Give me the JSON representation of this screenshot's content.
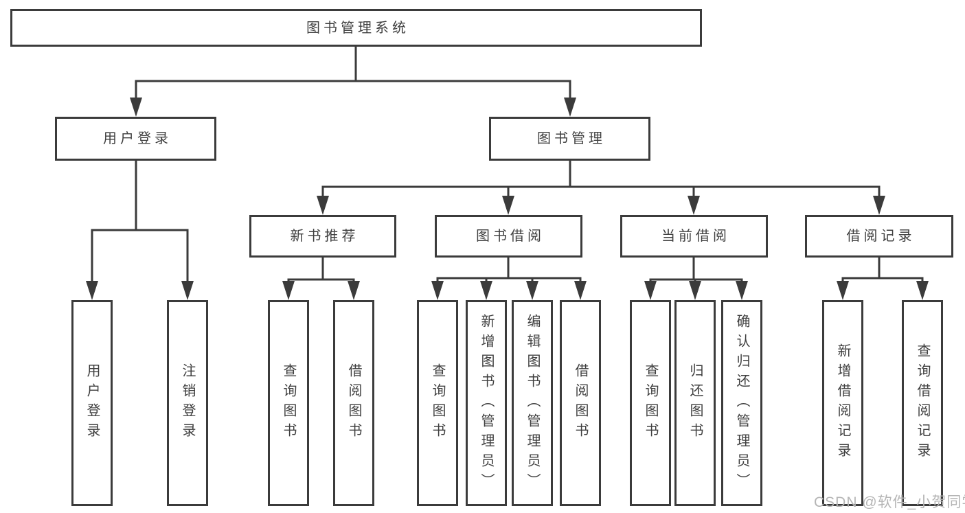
{
  "tree": {
    "root": {
      "label": "图书管理系统",
      "children": [
        {
          "label": "用户登录",
          "children": [
            {
              "label": "用户登录"
            },
            {
              "label": "注销登录"
            }
          ]
        },
        {
          "label": "图书管理",
          "children": [
            {
              "label": "新书推荐",
              "children": [
                {
                  "label": "查询图书"
                },
                {
                  "label": "借阅图书"
                }
              ]
            },
            {
              "label": "图书借阅",
              "children": [
                {
                  "label": "查询图书"
                },
                {
                  "label": "新增图书（管理员）"
                },
                {
                  "label": "编辑图书（管理员）"
                },
                {
                  "label": "借阅图书"
                }
              ]
            },
            {
              "label": "当前借阅",
              "children": [
                {
                  "label": "查询图书"
                },
                {
                  "label": "归还图书"
                },
                {
                  "label": "确认归还（管理员）"
                }
              ]
            },
            {
              "label": "借阅记录",
              "children": [
                {
                  "label": "新增借阅记录"
                },
                {
                  "label": "查询借阅记录"
                }
              ]
            }
          ]
        }
      ]
    }
  },
  "watermark": {
    "text": "CSDN @软件_小贺同学"
  },
  "colors": {
    "line": "#3b3b3b",
    "text": "#3f3f3f",
    "watermark": "#b5b5b5",
    "background": "#ffffff"
  }
}
